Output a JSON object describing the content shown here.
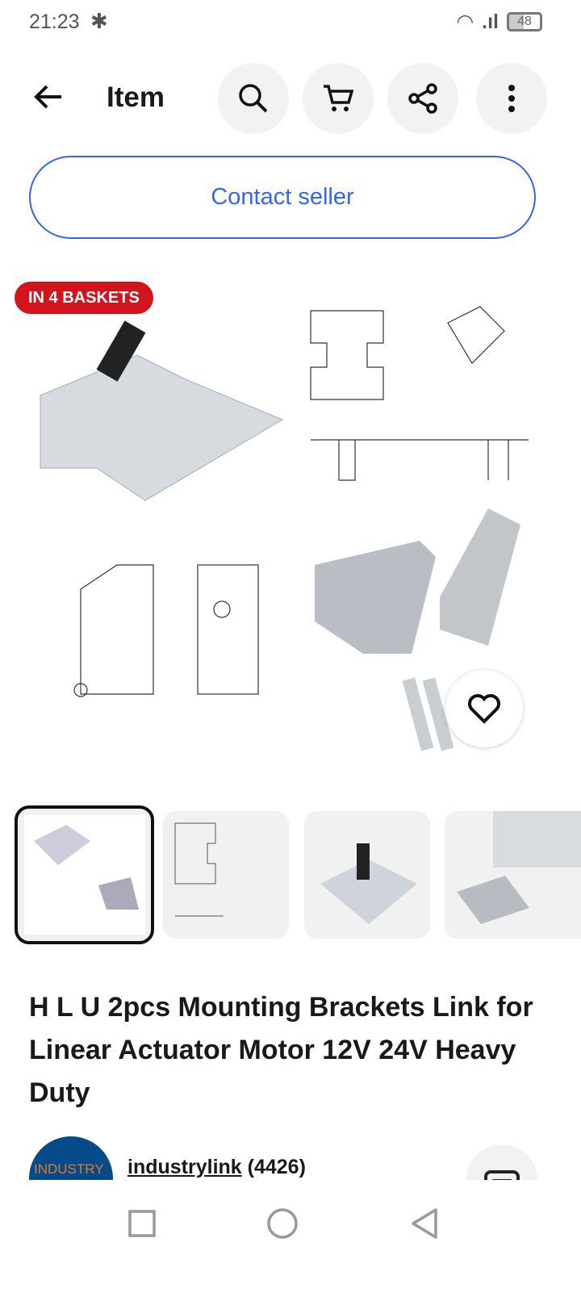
{
  "status": {
    "time": "21:23",
    "battery": "48"
  },
  "header": {
    "title": "Item"
  },
  "contact_label": "Contact seller",
  "badge": "IN 4 BASKETS",
  "product": {
    "title": "H L U 2pcs Mounting Brackets Link for Linear Actuator Motor 12V 24V Heavy Duty"
  },
  "seller": {
    "name": "industrylink",
    "feedback": "(4426)",
    "logo_text": "INDUSTRY"
  },
  "colors": {
    "accent": "#3665f3",
    "badge": "#d4141c"
  }
}
